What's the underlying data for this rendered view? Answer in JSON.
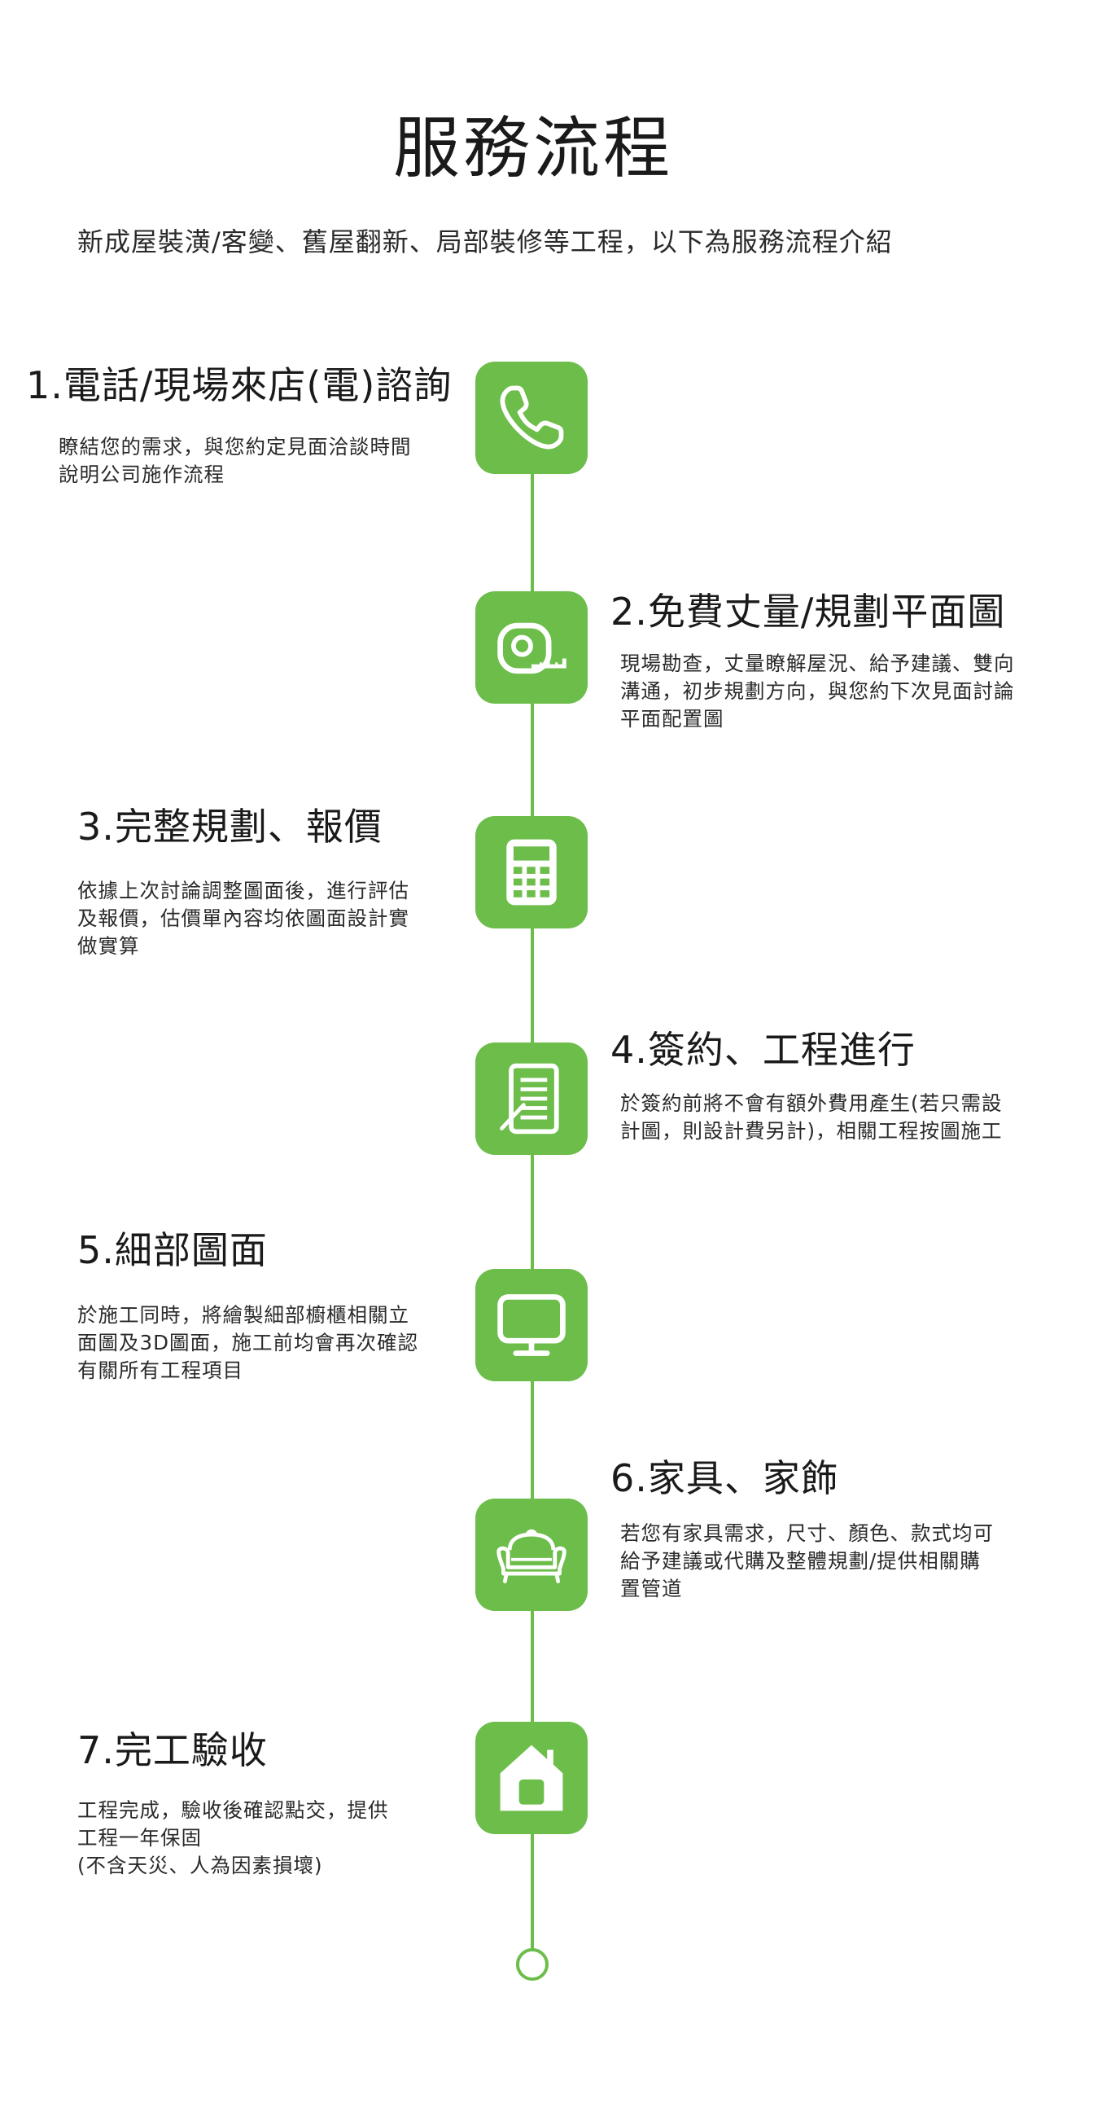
{
  "header": {
    "title": "服務流程",
    "subtitle": "新成屋裝潢/客變、舊屋翻新、局部裝修等工程，以下為服務流程介紹"
  },
  "theme": {
    "accent": "#6cbd4a",
    "text": "#1a1a1a",
    "background": "#ffffff"
  },
  "steps": [
    {
      "title": "1.電話/現場來店(電)諮詢",
      "icon": "phone-icon",
      "desc": [
        "瞭結您的需求，與您約定見面洽談時間",
        "說明公司施作流程"
      ]
    },
    {
      "title": "2.免費丈量/規劃平面圖",
      "icon": "tape-measure-icon",
      "desc": [
        "現場勘查，丈量瞭解屋況、給予建議、雙向",
        "溝通，初步規劃方向，與您約下次見面討論",
        "平面配置圖"
      ]
    },
    {
      "title": "3.完整規劃、報價",
      "icon": "calculator-icon",
      "desc": [
        "依據上次討論調整圖面後，進行評估",
        "及報價，估價單內容均依圖面設計實",
        "做實算"
      ]
    },
    {
      "title": "4.簽約、工程進行",
      "icon": "contract-icon",
      "desc": [
        "於簽約前將不會有額外費用產生(若只需設",
        "計圖，則設計費另計)，相關工程按圖施工"
      ]
    },
    {
      "title": "5.細部圖面",
      "icon": "monitor-icon",
      "desc": [
        "於施工同時，將繪製細部櫥櫃相關立",
        "面圖及3D圖面，施工前均會再次確認",
        "有關所有工程項目"
      ]
    },
    {
      "title": "6.家具、家飾",
      "icon": "sofa-icon",
      "desc": [
        "若您有家具需求，尺寸、顏色、款式均可",
        "給予建議或代購及整體規劃/提供相關購",
        "置管道"
      ]
    },
    {
      "title": "7.完工驗收",
      "icon": "house-icon",
      "desc": [
        "工程完成，驗收後確認點交，提供",
        "工程一年保固",
        "(不含天災、人為因素損壞)"
      ]
    }
  ]
}
